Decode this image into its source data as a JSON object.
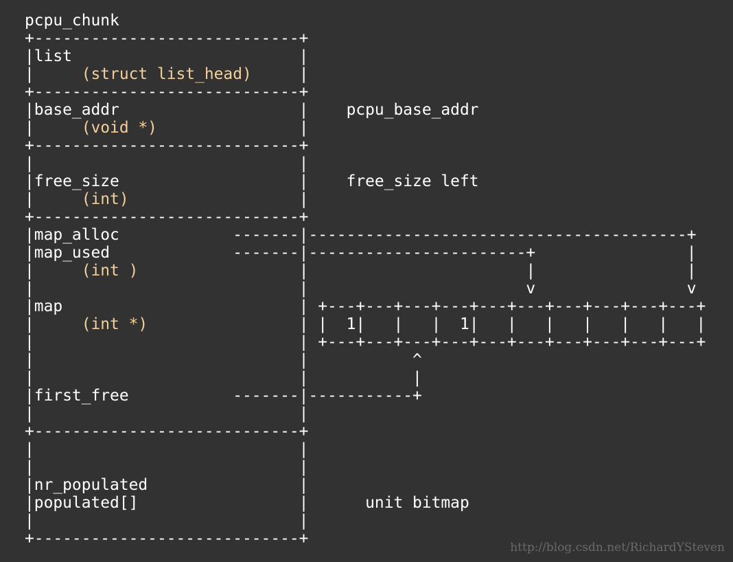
{
  "title": "pcpu_chunk",
  "lines": [
    {
      "segs": [
        "+----------------------------+"
      ]
    },
    {
      "segs": [
        "|list                        |"
      ]
    },
    {
      "segs": [
        "|     ",
        "(struct list_head)",
        "     |"
      ]
    },
    {
      "segs": [
        "+----------------------------+"
      ]
    },
    {
      "segs": [
        "|base_addr                   |    pcpu_base_addr"
      ]
    },
    {
      "segs": [
        "|     ",
        "(void *)",
        "               |"
      ]
    },
    {
      "segs": [
        "+----------------------------+"
      ]
    },
    {
      "segs": [
        "|                            |"
      ]
    },
    {
      "segs": [
        "|free_size                   |    free_size left"
      ]
    },
    {
      "segs": [
        "|     ",
        "(int)",
        "                  |"
      ]
    },
    {
      "segs": [
        "+----------------------------+"
      ]
    },
    {
      "segs": [
        "|map_alloc            -------|----------------------------------------+"
      ]
    },
    {
      "segs": [
        "|map_used             -------|-----------------------+                |"
      ]
    },
    {
      "segs": [
        "|     ",
        "(int )",
        "                 |                       |                |"
      ]
    },
    {
      "segs": [
        "|                            |                       v                v"
      ]
    },
    {
      "segs": [
        "|map                         | +---+---+---+---+---+---+---+---+---+---+"
      ]
    },
    {
      "segs": [
        "|     ",
        "(int *)",
        "                | |  1|   |   |  1|   |   |   |   |   |   |"
      ]
    },
    {
      "segs": [
        "|                            | +---+---+---+---+---+---+---+---+---+---+"
      ]
    },
    {
      "segs": [
        "|                            |           ^"
      ]
    },
    {
      "segs": [
        "|                            |           |"
      ]
    },
    {
      "segs": [
        "|first_free           -------|-----------+"
      ]
    },
    {
      "segs": [
        "|                            |"
      ]
    },
    {
      "segs": [
        "+----------------------------+"
      ]
    },
    {
      "segs": [
        "|                            |"
      ]
    },
    {
      "segs": [
        "|                            |"
      ]
    },
    {
      "segs": [
        "|nr_populated                |"
      ]
    },
    {
      "segs": [
        "|populated[]                 |      unit bitmap"
      ]
    },
    {
      "segs": [
        "|                            |"
      ]
    },
    {
      "segs": [
        "+----------------------------+"
      ]
    }
  ],
  "watermark": "http://blog.csdn.net/RichardYSteven",
  "colors": {
    "background": "#323232",
    "text": "#ffffff",
    "type_text": "#f3cf9a",
    "watermark": "#6a6a6a"
  }
}
